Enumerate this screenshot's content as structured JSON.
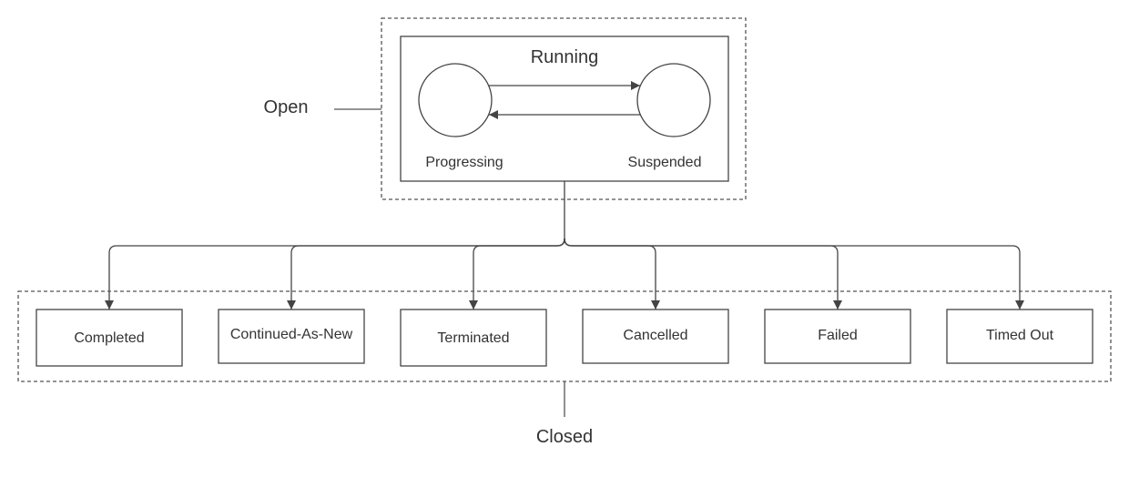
{
  "groups": {
    "open": {
      "label": "Open"
    },
    "closed": {
      "label": "Closed"
    }
  },
  "running": {
    "title": "Running",
    "states": {
      "progressing": "Progressing",
      "suspended": "Suspended"
    }
  },
  "closed_states": [
    "Completed",
    "Continued-As-New",
    "Terminated",
    "Cancelled",
    "Failed",
    "Timed Out"
  ],
  "colors": {
    "stroke": "#444444",
    "text": "#333333",
    "background": "#ffffff"
  }
}
